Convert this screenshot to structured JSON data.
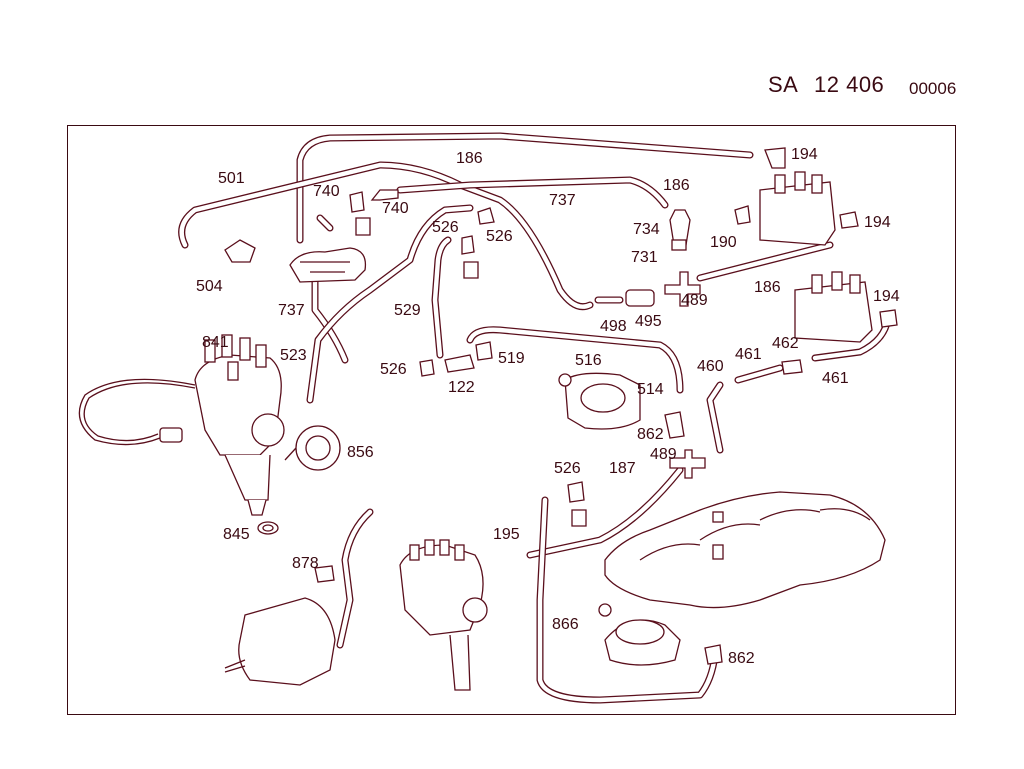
{
  "header": {
    "code_prefix": "SA",
    "code_number": "12 406",
    "code_suffix": "00006"
  },
  "part_labels": {
    "p501": "501",
    "p740a": "740",
    "p740b": "740",
    "p186a": "186",
    "p194a": "194",
    "p737a": "737",
    "p186b": "186",
    "p734": "734",
    "p190": "190",
    "p194b": "194",
    "p526a": "526",
    "p526b": "526",
    "p731": "731",
    "p504": "504",
    "p737b": "737",
    "p529": "529",
    "p498": "498",
    "p495": "495",
    "p489a": "489",
    "p186c": "186",
    "p194c": "194",
    "p841": "841",
    "p523": "523",
    "p526c": "526",
    "p519": "519",
    "p516": "516",
    "p122": "122",
    "p462": "462",
    "p461a": "461",
    "p460": "460",
    "p461b": "461",
    "p514": "514",
    "p862a": "862",
    "p856": "856",
    "p489b": "489",
    "p526d": "526",
    "p187": "187",
    "p845": "845",
    "p878": "878",
    "p195": "195",
    "p866": "866",
    "p862b": "862"
  }
}
